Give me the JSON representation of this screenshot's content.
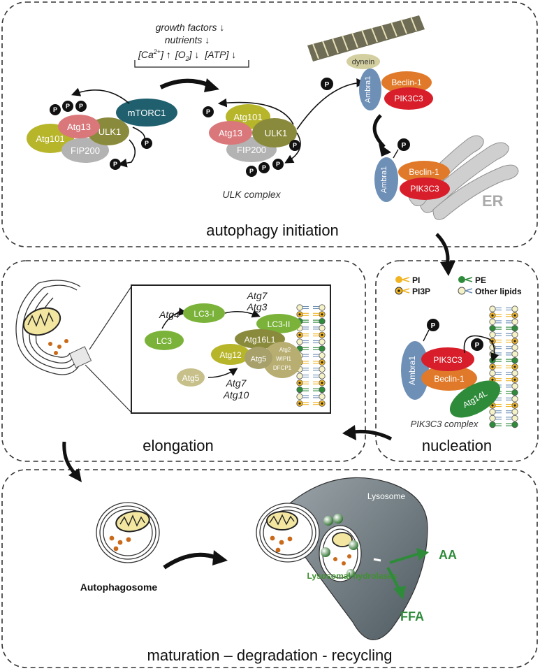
{
  "initiation": {
    "title": "autophagy initiation",
    "signals": {
      "line1": "growth factors ↓",
      "line2": "nutrients ↓",
      "ca": "[Ca",
      "ca_sup": "2+",
      "ca_end": "] ↑",
      "o2": "[O",
      "o2_sub": "2",
      "o2_end": "] ↓",
      "atp": "[ATP] ↓"
    },
    "proteins": {
      "mtorc1": "mTORC1",
      "atg13": "Atg13",
      "ulk1": "ULK1",
      "atg101": "Atg101",
      "fip200": "FIP200",
      "dynein": "dynein",
      "ambra1": "Ambra1",
      "beclin1": "Beclin-1",
      "pik3c3": "PIK3C3",
      "er": "ER",
      "phospho": "P"
    },
    "ulk_caption": "ULK complex"
  },
  "elongation": {
    "title": "elongation",
    "proteins": {
      "lc3": "LC3",
      "lc3i": "LC3-I",
      "lc3ii": "LC3-II",
      "atg16l1": "Atg16L1",
      "atg12": "Atg12",
      "atg5": "Atg5",
      "atg2": "Atg2",
      "wipi1": "WIPI1",
      "dfcp1": "DFCP1"
    },
    "enzymes": {
      "atg4": "Atg4",
      "atg7_top": "Atg7",
      "atg3": "Atg3",
      "atg7_bottom": "Atg7",
      "atg10": "Atg10"
    }
  },
  "nucleation": {
    "title": "nucleation",
    "legend": {
      "pi": "PI",
      "pi3p": "PI3P",
      "pe": "PE",
      "other": "Other lipids"
    },
    "proteins": {
      "ambra1": "Ambra1",
      "pik3c3": "PIK3C3",
      "beclin1": "Beclin-1",
      "atg14l": "Atg14L"
    },
    "caption": "PIK3C3 complex"
  },
  "maturation": {
    "title": "maturation – degradation - recycling",
    "autophagosome": "Autophagosome",
    "lysosome": "Lysosome",
    "hydrolases": "Lysosomal hydrolases",
    "aa": "AA",
    "ffa": "FFA"
  },
  "colors": {
    "mtorc1": "#1f5f6e",
    "atg13": "#d9777a",
    "ulk1": "#8a8a3c",
    "atg101": "#b7b52a",
    "fip200": "#b3b3b3",
    "ambra1": "#6e8fb6",
    "beclin1": "#e07a2a",
    "pik3c3": "#d81e2a",
    "lc3": "#7bb33a",
    "green_dark": "#2e8b3a"
  }
}
